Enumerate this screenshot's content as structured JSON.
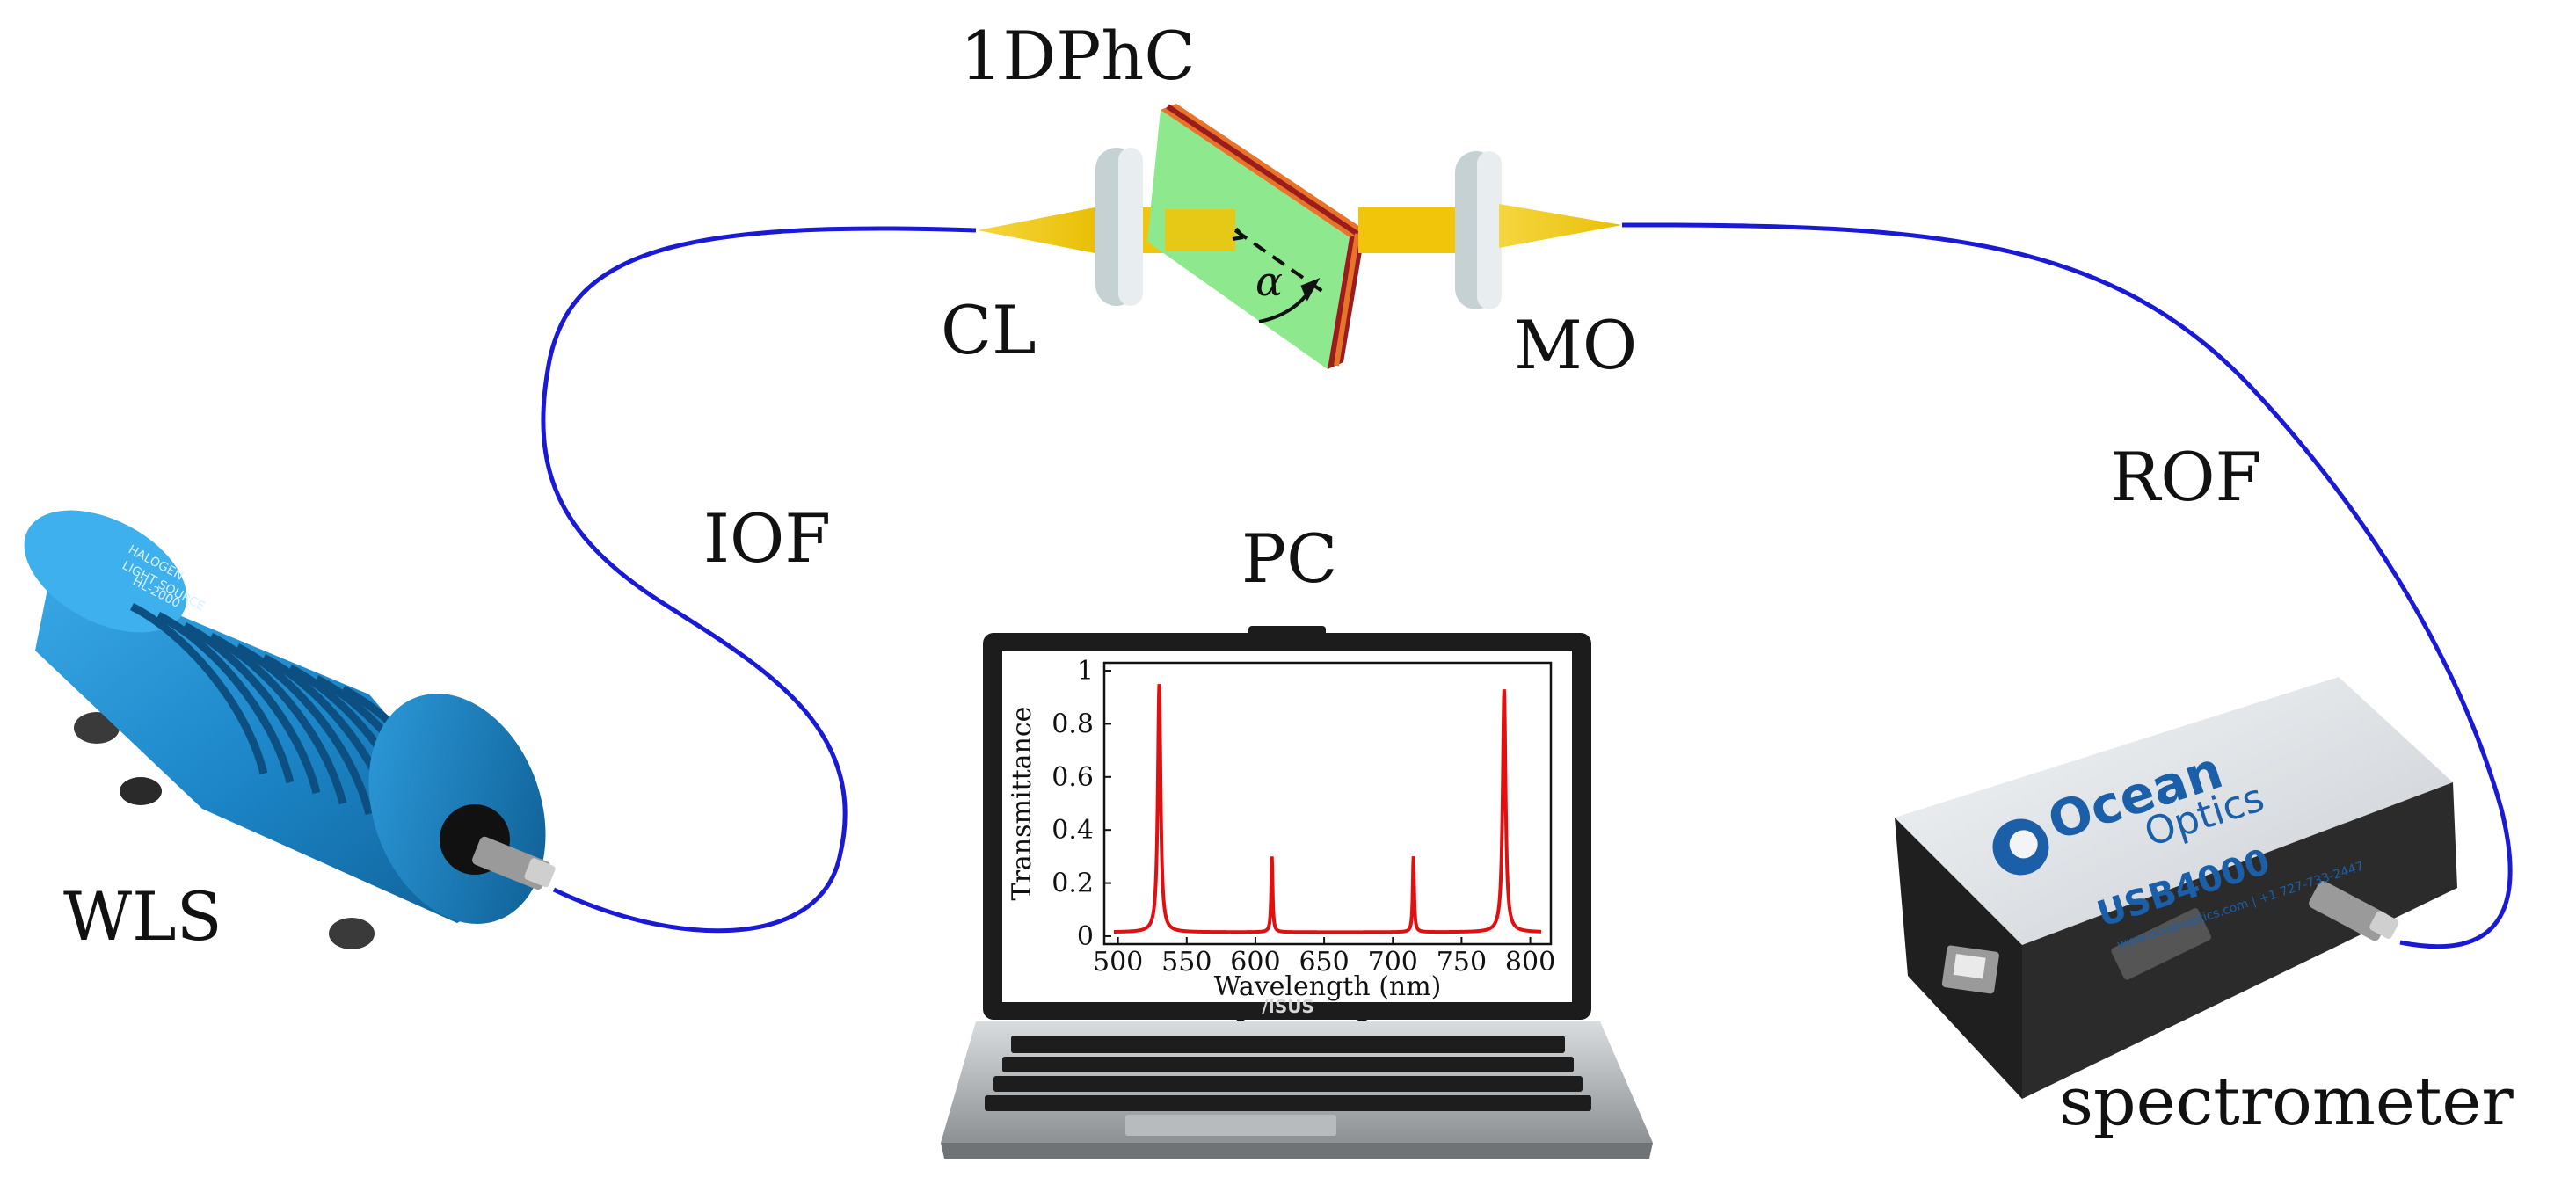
{
  "labels": {
    "crystal": "1DPhC",
    "collimator": "CL",
    "objective": "MO",
    "input_fiber": "IOF",
    "return_fiber": "ROF",
    "computer": "PC",
    "light_source": "WLS",
    "spectrometer": "spectrometer",
    "angle": "α"
  },
  "devices": {
    "laptop_brand": "/ISUS",
    "spectrometer_brand_line1": "Ocean",
    "spectrometer_brand_line2": "Optics",
    "spectrometer_model": "USB4000",
    "spectrometer_small_text": "www.oceanoptics.com | +1 727-733-2447",
    "wls_small_text_1": "HALOGEN",
    "wls_small_text_2": "LIGHT SOURCE",
    "wls_small_text_3": "HL-2000"
  },
  "colors": {
    "fiber": "#1a1ad6",
    "usb_cable": "#111111",
    "beam": "#f2c80f",
    "crystal_face": "#8ee88e",
    "crystal_layer_a": "#e8742a",
    "crystal_layer_b": "#9b1c1c",
    "wls_body": "#1f8fd0",
    "spectrum_line": "#e01010"
  },
  "chart_data": {
    "type": "line",
    "title": "",
    "xlabel": "Wavelength (nm)",
    "ylabel": "Transmittance",
    "xlim": [
      490,
      815
    ],
    "ylim": [
      -0.03,
      1.03
    ],
    "xticks": [
      500,
      550,
      600,
      650,
      700,
      750,
      800
    ],
    "yticks": [
      0,
      0.2,
      0.4,
      0.6,
      0.8,
      1
    ],
    "ytick_labels": [
      "0",
      "0.2",
      "0.4",
      "0.6",
      "0.8",
      "1"
    ],
    "baseline": 0.015,
    "grid": false,
    "peaks": [
      {
        "x": 530,
        "y": 0.95,
        "width_nm": 2.5
      },
      {
        "x": 612,
        "y": 0.3,
        "width_nm": 1.3
      },
      {
        "x": 715,
        "y": 0.3,
        "width_nm": 1.3
      },
      {
        "x": 781,
        "y": 0.93,
        "width_nm": 2.6
      }
    ]
  }
}
